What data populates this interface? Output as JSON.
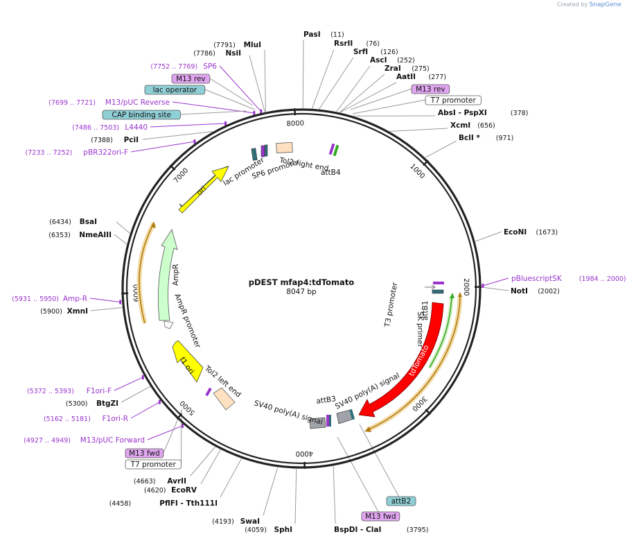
{
  "brand": {
    "prefix": "Created by",
    "name": "SnapGene"
  },
  "plasmid": {
    "name": "pDEST mfap4:tdTomato",
    "length": "8047 bp"
  },
  "ticks": [
    {
      "label": "1000",
      "bp": 1000
    },
    {
      "label": "2000",
      "bp": 2000
    },
    {
      "label": "3000",
      "bp": 3000
    },
    {
      "label": "4000",
      "bp": 4000
    },
    {
      "label": "5000",
      "bp": 5000
    },
    {
      "label": "6000",
      "bp": 6000
    },
    {
      "label": "7000",
      "bp": 7000
    },
    {
      "label": "8000",
      "bp": 8000
    }
  ],
  "enzymes": [
    {
      "name": "PasI",
      "pos": "(11)",
      "bp": 11,
      "side": "right"
    },
    {
      "name": "RsrII",
      "pos": "(76)",
      "bp": 76,
      "side": "right"
    },
    {
      "name": "SrfI",
      "pos": "(126)",
      "bp": 126,
      "side": "right"
    },
    {
      "name": "AscI",
      "pos": "(252)",
      "bp": 252,
      "side": "right"
    },
    {
      "name": "ZraI",
      "pos": "(275)",
      "bp": 275,
      "side": "right"
    },
    {
      "name": "AatII",
      "pos": "(277)",
      "bp": 277,
      "side": "right"
    },
    {
      "name": "AbsI  - PspXI",
      "pos": "(378)",
      "bp": 378,
      "side": "right"
    },
    {
      "name": "XcmI",
      "pos": "(656)",
      "bp": 656,
      "side": "right"
    },
    {
      "name": "BclI *",
      "pos": "(971)",
      "bp": 971,
      "side": "right"
    },
    {
      "name": "EcoNI",
      "pos": "(1673)",
      "bp": 1673,
      "side": "right"
    },
    {
      "name": "NotI",
      "pos": "(2002)",
      "bp": 2002,
      "side": "right"
    },
    {
      "name": "BspDI  - ClaI",
      "pos": "(3795)",
      "bp": 3795,
      "side": "right"
    },
    {
      "name": "SphI",
      "pos": "(4059)",
      "bp": 4059,
      "side": "left"
    },
    {
      "name": "SwaI",
      "pos": "(4193)",
      "bp": 4193,
      "side": "left"
    },
    {
      "name": "PflFI  - Tth111I",
      "pos": "(4458)",
      "bp": 4458,
      "side": "left"
    },
    {
      "name": "EcoRV",
      "pos": "(4620)",
      "bp": 4620,
      "side": "left"
    },
    {
      "name": "AvrII",
      "pos": "(4663)",
      "bp": 4663,
      "side": "left"
    },
    {
      "name": "BtgZI",
      "pos": "(5300)",
      "bp": 5300,
      "side": "left"
    },
    {
      "name": "XmnI",
      "pos": "(5900)",
      "bp": 5900,
      "side": "left"
    },
    {
      "name": "NmeAIII",
      "pos": "(6353)",
      "bp": 6353,
      "side": "left"
    },
    {
      "name": "BsaI",
      "pos": "(6434)",
      "bp": 6434,
      "side": "left"
    },
    {
      "name": "PciI",
      "pos": "(7388)",
      "bp": 7388,
      "side": "left"
    },
    {
      "name": "NsiI",
      "pos": "(7786)",
      "bp": 7786,
      "side": "left"
    },
    {
      "name": "MluI",
      "pos": "(7791)",
      "bp": 7791,
      "side": "left"
    }
  ],
  "primers": [
    {
      "name": "SP6",
      "pos": "(7752 .. 7769)",
      "bp": 7760
    },
    {
      "name": "M13/pUC Reverse",
      "pos": "(7699 .. 7721)",
      "bp": 7710
    },
    {
      "name": "L4440",
      "pos": "(7486 .. 7503)",
      "bp": 7495
    },
    {
      "name": "pBR322ori-F",
      "pos": "(7233 .. 7252)",
      "bp": 7242
    },
    {
      "name": "Amp-R",
      "pos": "(5931 .. 5950)",
      "bp": 5940
    },
    {
      "name": "F1ori-F",
      "pos": "(5372 .. 5393)",
      "bp": 5382
    },
    {
      "name": "F1ori-R",
      "pos": "(5162 .. 5181)",
      "bp": 5171
    },
    {
      "name": "M13/pUC Forward",
      "pos": "(4927 .. 4949)",
      "bp": 4938
    },
    {
      "name": "pBluescriptSK",
      "pos": "(1984 .. 2000)",
      "bp": 1992
    }
  ],
  "badges": [
    {
      "name": "M13 rev",
      "kind": "primer",
      "bp": 7755
    },
    {
      "name": "lac operator",
      "kind": "feature",
      "bp": 7725
    },
    {
      "name": "CAP binding site",
      "kind": "feature",
      "bp": 7600
    },
    {
      "name": "M13 rev",
      "kind": "primer",
      "bp": 300
    },
    {
      "name": "T7 promoter",
      "kind": "promoter",
      "bp": 340
    },
    {
      "name": "attB2",
      "kind": "feature",
      "bp": 3200
    },
    {
      "name": "M13 fwd",
      "kind": "primer",
      "bp": 3780
    },
    {
      "name": "M13 fwd",
      "kind": "primer",
      "bp": 4900
    },
    {
      "name": "T7 promoter",
      "kind": "promoter",
      "bp": 4880
    }
  ],
  "feature_labels": [
    "ori",
    "lac promoter",
    "SP6 promoter",
    "Tol2 right end",
    "attB4",
    "AmpR",
    "AmpR promoter",
    "f1 ori",
    "Tol2 left end",
    "SV40 poly(A) signal",
    "attB3",
    "SV40 poly(A) signal",
    "tdTomato",
    "attB1",
    "T3 promoter",
    "SK primer"
  ],
  "colors": {
    "backbone": "#222222",
    "ori": "#ffff00",
    "ampr": "#ccffcc",
    "tdtomato": "#ff0000",
    "tol2": "#ffe0c0",
    "sv40": "#999999",
    "primer": "#9a33cc",
    "primer_badge": "#e0a6f0",
    "feature_badge": "#8fcfd6",
    "orange_primer": "#e8b04a",
    "green_primer": "#33aa22"
  }
}
